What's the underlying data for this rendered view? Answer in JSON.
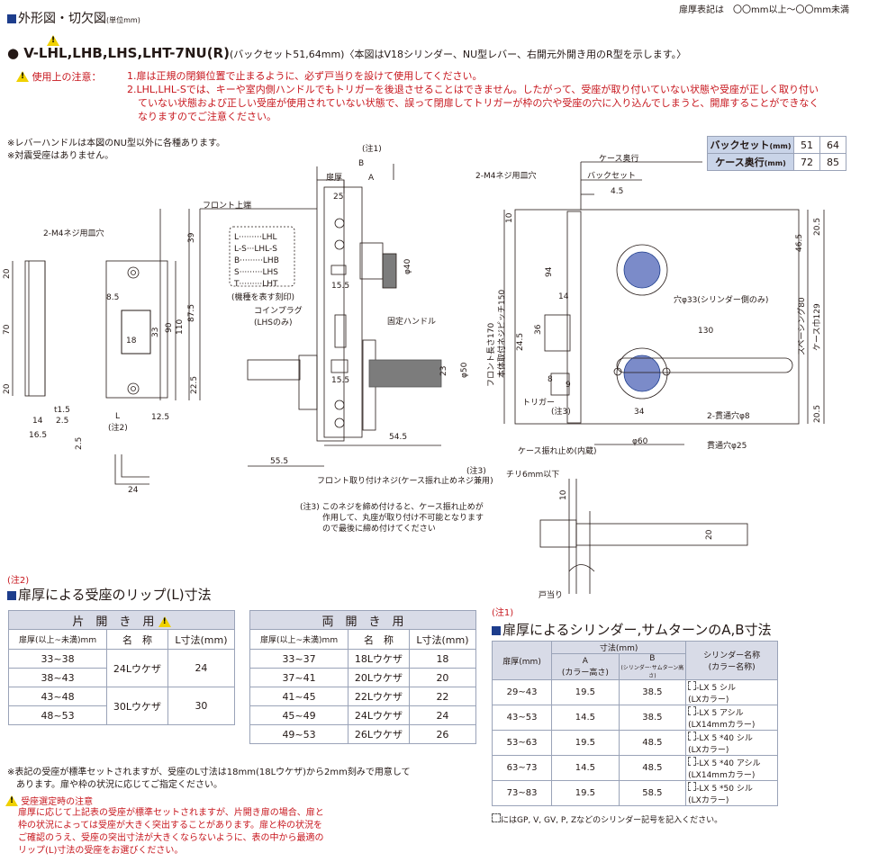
{
  "top_note": "扉厚表記は　〇〇mm以上〜〇〇mm未満",
  "section_title": "外形図・切欠図",
  "section_unit": "(単位mm)",
  "model": {
    "bullet": "●",
    "name": "V-LHL,LHB,LHS,LHT-7NU",
    "r": "(R)",
    "desc": "(バックセット51,64mm)〈本図はV18シリンダー、NU型レバー、右開元外開き用のR型を示します。〉"
  },
  "caution": {
    "label": "使用上の注意：",
    "line1": "1.扉は正規の閉鎖位置で止まるように、必ず戸当りを設けて使用してください。",
    "line2": "2.LHL,LHL-Sでは、キーや室内側ハンドルでもトリガーを後退させることはできません。したがって、受座が取り付いていない状態や受座が正しく取り付い",
    "line3": "ていない状態および正しい受座が使用されていない状態で、誤って閉扉してトリガーが枠の穴や受座の穴に入り込んでしまうと、開扉することができなく",
    "line4": "なりますのでご注意ください。"
  },
  "notes": {
    "lever": "※レバーハンドルは本図のNU型以外に各種あります。",
    "quake": "※対震受座はありません。"
  },
  "backset_table": {
    "rows": [
      {
        "label": "バックセット",
        "unit": "(mm)",
        "v1": "51",
        "v2": "64"
      },
      {
        "label": "ケース奥行",
        "unit": "(mm)",
        "v1": "72",
        "v2": "85"
      }
    ]
  },
  "drawing": {
    "note1": "(注1)",
    "B": "B",
    "A": "A",
    "tobiraatsu": "扉厚",
    "d25": "25",
    "front_top": "フロント上端",
    "screw_hole_l": "2-M4ネジ用皿穴",
    "screw_hole_r": "2-M4ネジ用皿穴",
    "legend": [
      "L·········LHL",
      "L-S···LHL-S",
      "B·········LHB",
      "S·········LHS",
      "T·········LHT"
    ],
    "legend_note": "(機種を表す刻印)",
    "coin_plug": "コインプラグ",
    "coin_plug2": "(LHSのみ)",
    "fixed_handle": "固定ハンドル",
    "d39": "39",
    "d87_5": "87.5",
    "d110": "110",
    "d90": "90",
    "d33": "33",
    "d18": "18",
    "d22_5": "22.5",
    "d8_5": "8.5",
    "d20a": "20",
    "d70": "70",
    "d20b": "20",
    "d15_5a": "15.5",
    "d15_5b": "15.5",
    "d40": "φ40",
    "d50": "φ50",
    "d23": "23",
    "t1_5": "t1.5",
    "d2_5": "2.5",
    "d14": "14",
    "d16_5": "16.5",
    "dL": "L",
    "d12_5": "12.5",
    "note2": "(注2)",
    "d2_5b": "2.5",
    "d24": "24",
    "d55_5": "55.5",
    "d54_5": "54.5",
    "front_screw": "フロント取り付けネジ(ケース振れ止めネジ兼用)",
    "note3": "(注3)",
    "note3_text1": "(注3) このネジを締め付けると、ケース振れ止めが",
    "note3_text2": "作用して、丸座が取り付け不可能となります",
    "note3_text3": "ので最後に締め付けてください",
    "case_depth": "ケース奥行",
    "backset": "バックセット",
    "d4_5": "4.5",
    "d10a": "10",
    "d36": "36",
    "d24_5": "24.5",
    "d8": "8",
    "d9": "9",
    "trigger": "トリガー",
    "note3b": "(注3)",
    "d34": "34",
    "d60": "φ60",
    "front_len": "フロント長さ170",
    "screw_pitch": "本体取付ネジピッチ150",
    "d94": "94",
    "d130": "130",
    "hole33": "穴φ33(シリンダー側のみ)",
    "thru8": "2-貫通穴φ8",
    "thru25": "貫通穴φ25",
    "case_stop": "ケース振れ止め(内蔵)",
    "d46_5": "46.5",
    "d20_5a": "20.5",
    "d20_5b": "20.5",
    "spacing80": "スペーシング80",
    "case129": "ケース巾129",
    "chiri": "チリ6mm以下",
    "d20c": "20",
    "todome": "戸当り",
    "d10b": "10"
  },
  "lip_section": {
    "note": "(注2)",
    "title": "扉厚による受座のリップ(L)寸法",
    "single": {
      "title": "片　開　き　用",
      "headers": [
        "扉厚(以上~未満)mm",
        "名　称",
        "L寸法(mm)"
      ],
      "rows": [
        {
          "range": "33~38",
          "name": "24Lウケザ",
          "l": "24"
        },
        {
          "range": "38~43",
          "name": "",
          "l": ""
        },
        {
          "range": "43~48",
          "name": "30Lウケザ",
          "l": "30"
        },
        {
          "range": "48~53",
          "name": "",
          "l": ""
        }
      ]
    },
    "double": {
      "title": "両　開　き　用",
      "headers": [
        "扉厚(以上~未満)mm",
        "名　称",
        "L寸法(mm)"
      ],
      "rows": [
        {
          "range": "33~37",
          "name": "18Lウケザ",
          "l": "18"
        },
        {
          "range": "37~41",
          "name": "20Lウケザ",
          "l": "20"
        },
        {
          "range": "41~45",
          "name": "22Lウケザ",
          "l": "22"
        },
        {
          "range": "45~49",
          "name": "24Lウケザ",
          "l": "24"
        },
        {
          "range": "49~53",
          "name": "26Lウケザ",
          "l": "26"
        }
      ]
    },
    "note1": "※表記の受座が標準セットされますが、受座のL寸法は18mm(18Lウケザ)から2mm刻みで用意して",
    "note2": "あります。扉や枠の状況に応じてご指定ください。",
    "warn_title": "受座選定時の注意",
    "warn1": "扉厚に応じて上記表の受座が標準セットされますが、片開き扉の場合、扉と",
    "warn2": "枠の状況によっては受座が大きく突出することがあります。扉と枠の状況を",
    "warn3": "ご確認のうえ、受座の突出寸法が大きくならないように、表の中から最適の",
    "warn4": "リップ(L)寸法の受座をお選びください。"
  },
  "cyl_section": {
    "note": "(注1)",
    "title": "扉厚によるシリンダー,サムターンのA,B寸法",
    "h_thick": "扉厚(mm)",
    "h_dim": "寸法(mm)",
    "h_a": "A",
    "h_a2": "(カラー高さ)",
    "h_b": "B",
    "h_b2": "(シリンダー·サムターン高さ)",
    "h_name": "シリンダー名称",
    "h_name2": "(カラー名称)",
    "rows": [
      {
        "t": "29~43",
        "a": "19.5",
        "b": "38.5",
        "n1": "-LX 5 シル",
        "n2": "(LXカラー)"
      },
      {
        "t": "43~53",
        "a": "14.5",
        "b": "38.5",
        "n1": "-LX 5 アシル",
        "n2": "(LX14mmカラー)"
      },
      {
        "t": "53~63",
        "a": "19.5",
        "b": "48.5",
        "n1": "-LX 5 *40 シル",
        "n2": "(LXカラー)"
      },
      {
        "t": "63~73",
        "a": "14.5",
        "b": "48.5",
        "n1": "-LX 5 *40 アシル",
        "n2": "(LX14mmカラー)"
      },
      {
        "t": "73~83",
        "a": "19.5",
        "b": "58.5",
        "n1": "-LX 5 *50 シル",
        "n2": "(LXカラー)"
      }
    ],
    "foot": "にはGP, V, GV, P, Zなどのシリンダー記号を記入ください。"
  }
}
